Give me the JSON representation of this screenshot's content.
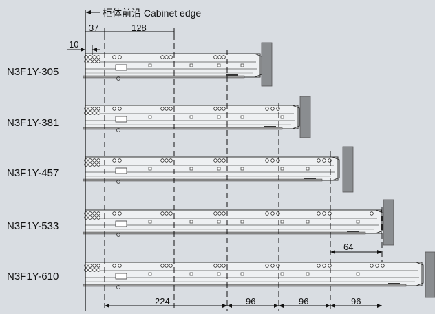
{
  "cabinet_edge_label": "柜体前沿 Cabinet edge",
  "dimensions": {
    "offset_front": "10",
    "offset_first_hole": "37",
    "hole_spacing": "128",
    "rear_offset": "64",
    "bottom_224": "224",
    "bottom_96_a": "96",
    "bottom_96_b": "96",
    "bottom_96_c": "96"
  },
  "models": [
    {
      "name": "N3F1Y-305"
    },
    {
      "name": "N3F1Y-381"
    },
    {
      "name": "N3F1Y-457"
    },
    {
      "name": "N3F1Y-533"
    },
    {
      "name": "N3F1Y-610"
    }
  ],
  "colors": {
    "background": "#d9dde2",
    "slide_fill": "#eef0f2",
    "slide_stroke": "#333333",
    "cabinet_panel": "#8a8d90",
    "line": "#111111"
  }
}
